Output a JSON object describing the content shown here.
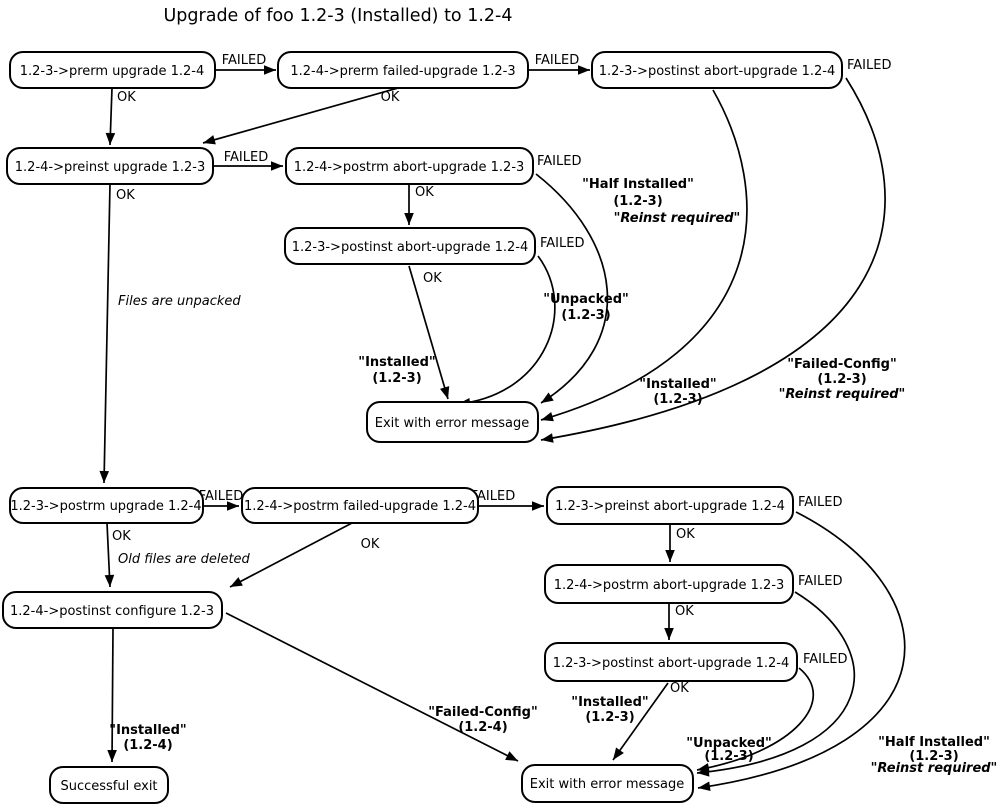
{
  "title": "Upgrade of foo 1.2-3 (Installed) to 1.2-4",
  "edge": {
    "ok": "OK",
    "failed": "FAILED"
  },
  "notes": {
    "files_unpacked": "Files are unpacked",
    "old_files_deleted": "Old files are deleted"
  },
  "states": {
    "installed": "\"Installed\"",
    "unpacked": "\"Unpacked\"",
    "half_installed": "\"Half Installed\"",
    "failed_config": "\"Failed-Config\"",
    "reinst_required": "\"Reinst required\"",
    "v123": "(1.2-3)",
    "v124": "(1.2-4)"
  },
  "nodes": {
    "prerm_upgrade": "1.2-3->prerm upgrade 1.2-4",
    "prerm_failed_upgrade": "1.2-4->prerm failed-upgrade 1.2-3",
    "postinst_abort_upgrade_top": "1.2-3->postinst abort-upgrade 1.2-4",
    "preinst_upgrade": "1.2-4->preinst upgrade 1.2-3",
    "postrm_abort_upgrade_upper": "1.2-4->postrm abort-upgrade 1.2-3",
    "postinst_abort_upgrade_mid": "1.2-3->postinst abort-upgrade 1.2-4",
    "exit_error_mid": "Exit with error message",
    "postrm_upgrade": "1.2-3->postrm upgrade 1.2-4",
    "postrm_failed_upgrade": "1.2-4->postrm failed-upgrade 1.2-4",
    "preinst_abort_upgrade": "1.2-3->preinst abort-upgrade 1.2-4",
    "postinst_configure": "1.2-4->postinst configure 1.2-3",
    "postrm_abort_upgrade_lower": "1.2-4->postrm abort-upgrade 1.2-3",
    "postinst_abort_upgrade_bottom": "1.2-3->postinst abort-upgrade 1.2-4",
    "successful_exit": "Successful exit",
    "exit_error_bottom": "Exit with error message"
  }
}
